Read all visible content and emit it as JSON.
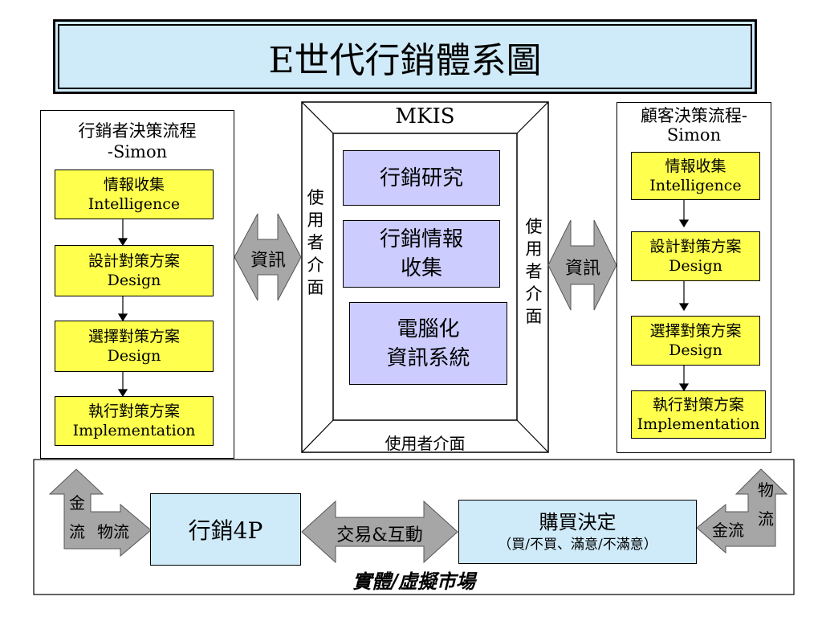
{
  "title": "E世代行銷體系圖",
  "left_panel": {
    "title_line1": "行銷者決策流程",
    "title_line2": "-Simon",
    "steps": [
      {
        "zh": "情報收集",
        "en": "Intelligence"
      },
      {
        "zh": "設計對策方案",
        "en": "Design"
      },
      {
        "zh": "選擇對策方案",
        "en": "Design"
      },
      {
        "zh": "執行對策方案",
        "en": "Implementation"
      }
    ]
  },
  "right_panel": {
    "title_line1": "顧客決策流程-",
    "title_line2": "Simon",
    "steps": [
      {
        "zh": "情報收集",
        "en": "Intelligence"
      },
      {
        "zh": "設計對策方案",
        "en": "Design"
      },
      {
        "zh": "選擇對策方案",
        "en": "Design"
      },
      {
        "zh": "執行對策方案",
        "en": "Implementation"
      }
    ]
  },
  "center": {
    "title": "MKIS",
    "boxes": [
      {
        "line1": "行銷研究",
        "line2": ""
      },
      {
        "line1": "行銷情報",
        "line2": "收集"
      },
      {
        "line1": "電腦化",
        "line2": "資訊系統"
      }
    ],
    "interface_left": [
      "使",
      "用",
      "者",
      "介",
      "面"
    ],
    "interface_right": [
      "使",
      "用",
      "者",
      "介",
      "面"
    ],
    "interface_bottom": "使用者介面"
  },
  "arrows": {
    "left_info": "資訊",
    "right_info": "資訊",
    "exchange": "交易&互動"
  },
  "bottom": {
    "marketing_4p": "行銷4P",
    "purchase_title": "購買決定",
    "purchase_sub": "（買/不買、滿意/不滿意）",
    "left_gold": "金",
    "left_gold2": "流",
    "left_logistics": "物流",
    "right_logistics1": "物",
    "right_logistics2": "流",
    "right_gold": "金流",
    "footer": "實體/虛擬市場"
  },
  "colors": {
    "title_bg": "#cfeaf8",
    "step_yellow": "#ffff4d",
    "center_purple": "#ccccff",
    "arrow_gray": "#a6a6a6"
  }
}
